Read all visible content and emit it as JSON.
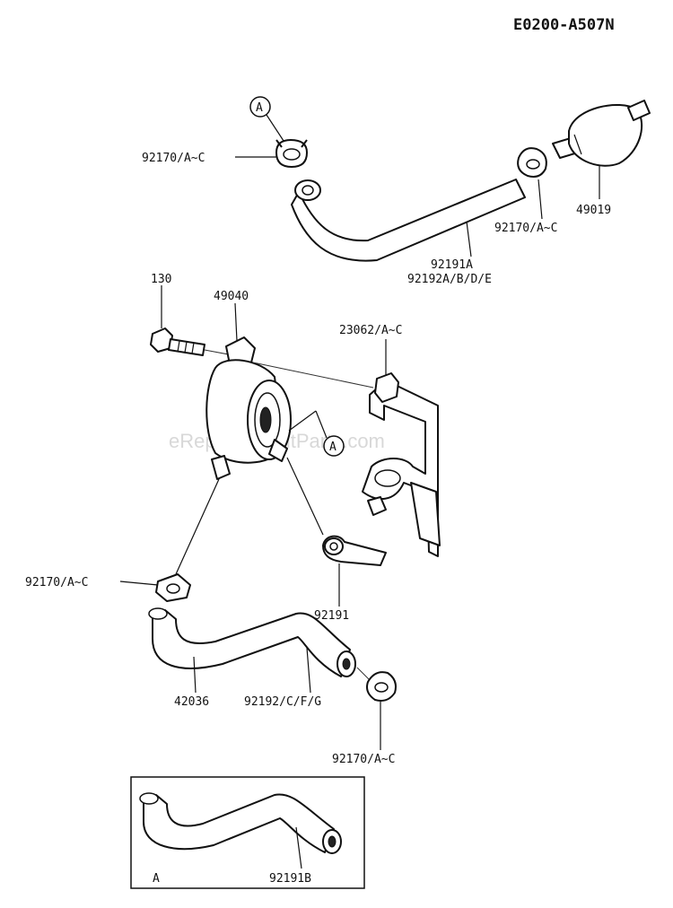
{
  "diagram_code": "E0200-A507N",
  "watermark": "eReplacementParts.com",
  "callout_ref": "A",
  "labels": {
    "clamp_top_left": "92170/A~C",
    "filter": "49019",
    "clamp_top_right": "92170/A~C",
    "hose_upper_1": "92191A",
    "hose_upper_2": "92192A/B/D/E",
    "bolt": "130",
    "pump": "49040",
    "bracket": "23062/A~C",
    "clamp_mid_left": "92170/A~C",
    "hose_small": "92191",
    "hose_lower": "42036",
    "hose_lower_alt": "92192/C/F/G",
    "clamp_bottom": "92170/A~C",
    "inset_ref": "A",
    "inset_hose": "92191B"
  }
}
